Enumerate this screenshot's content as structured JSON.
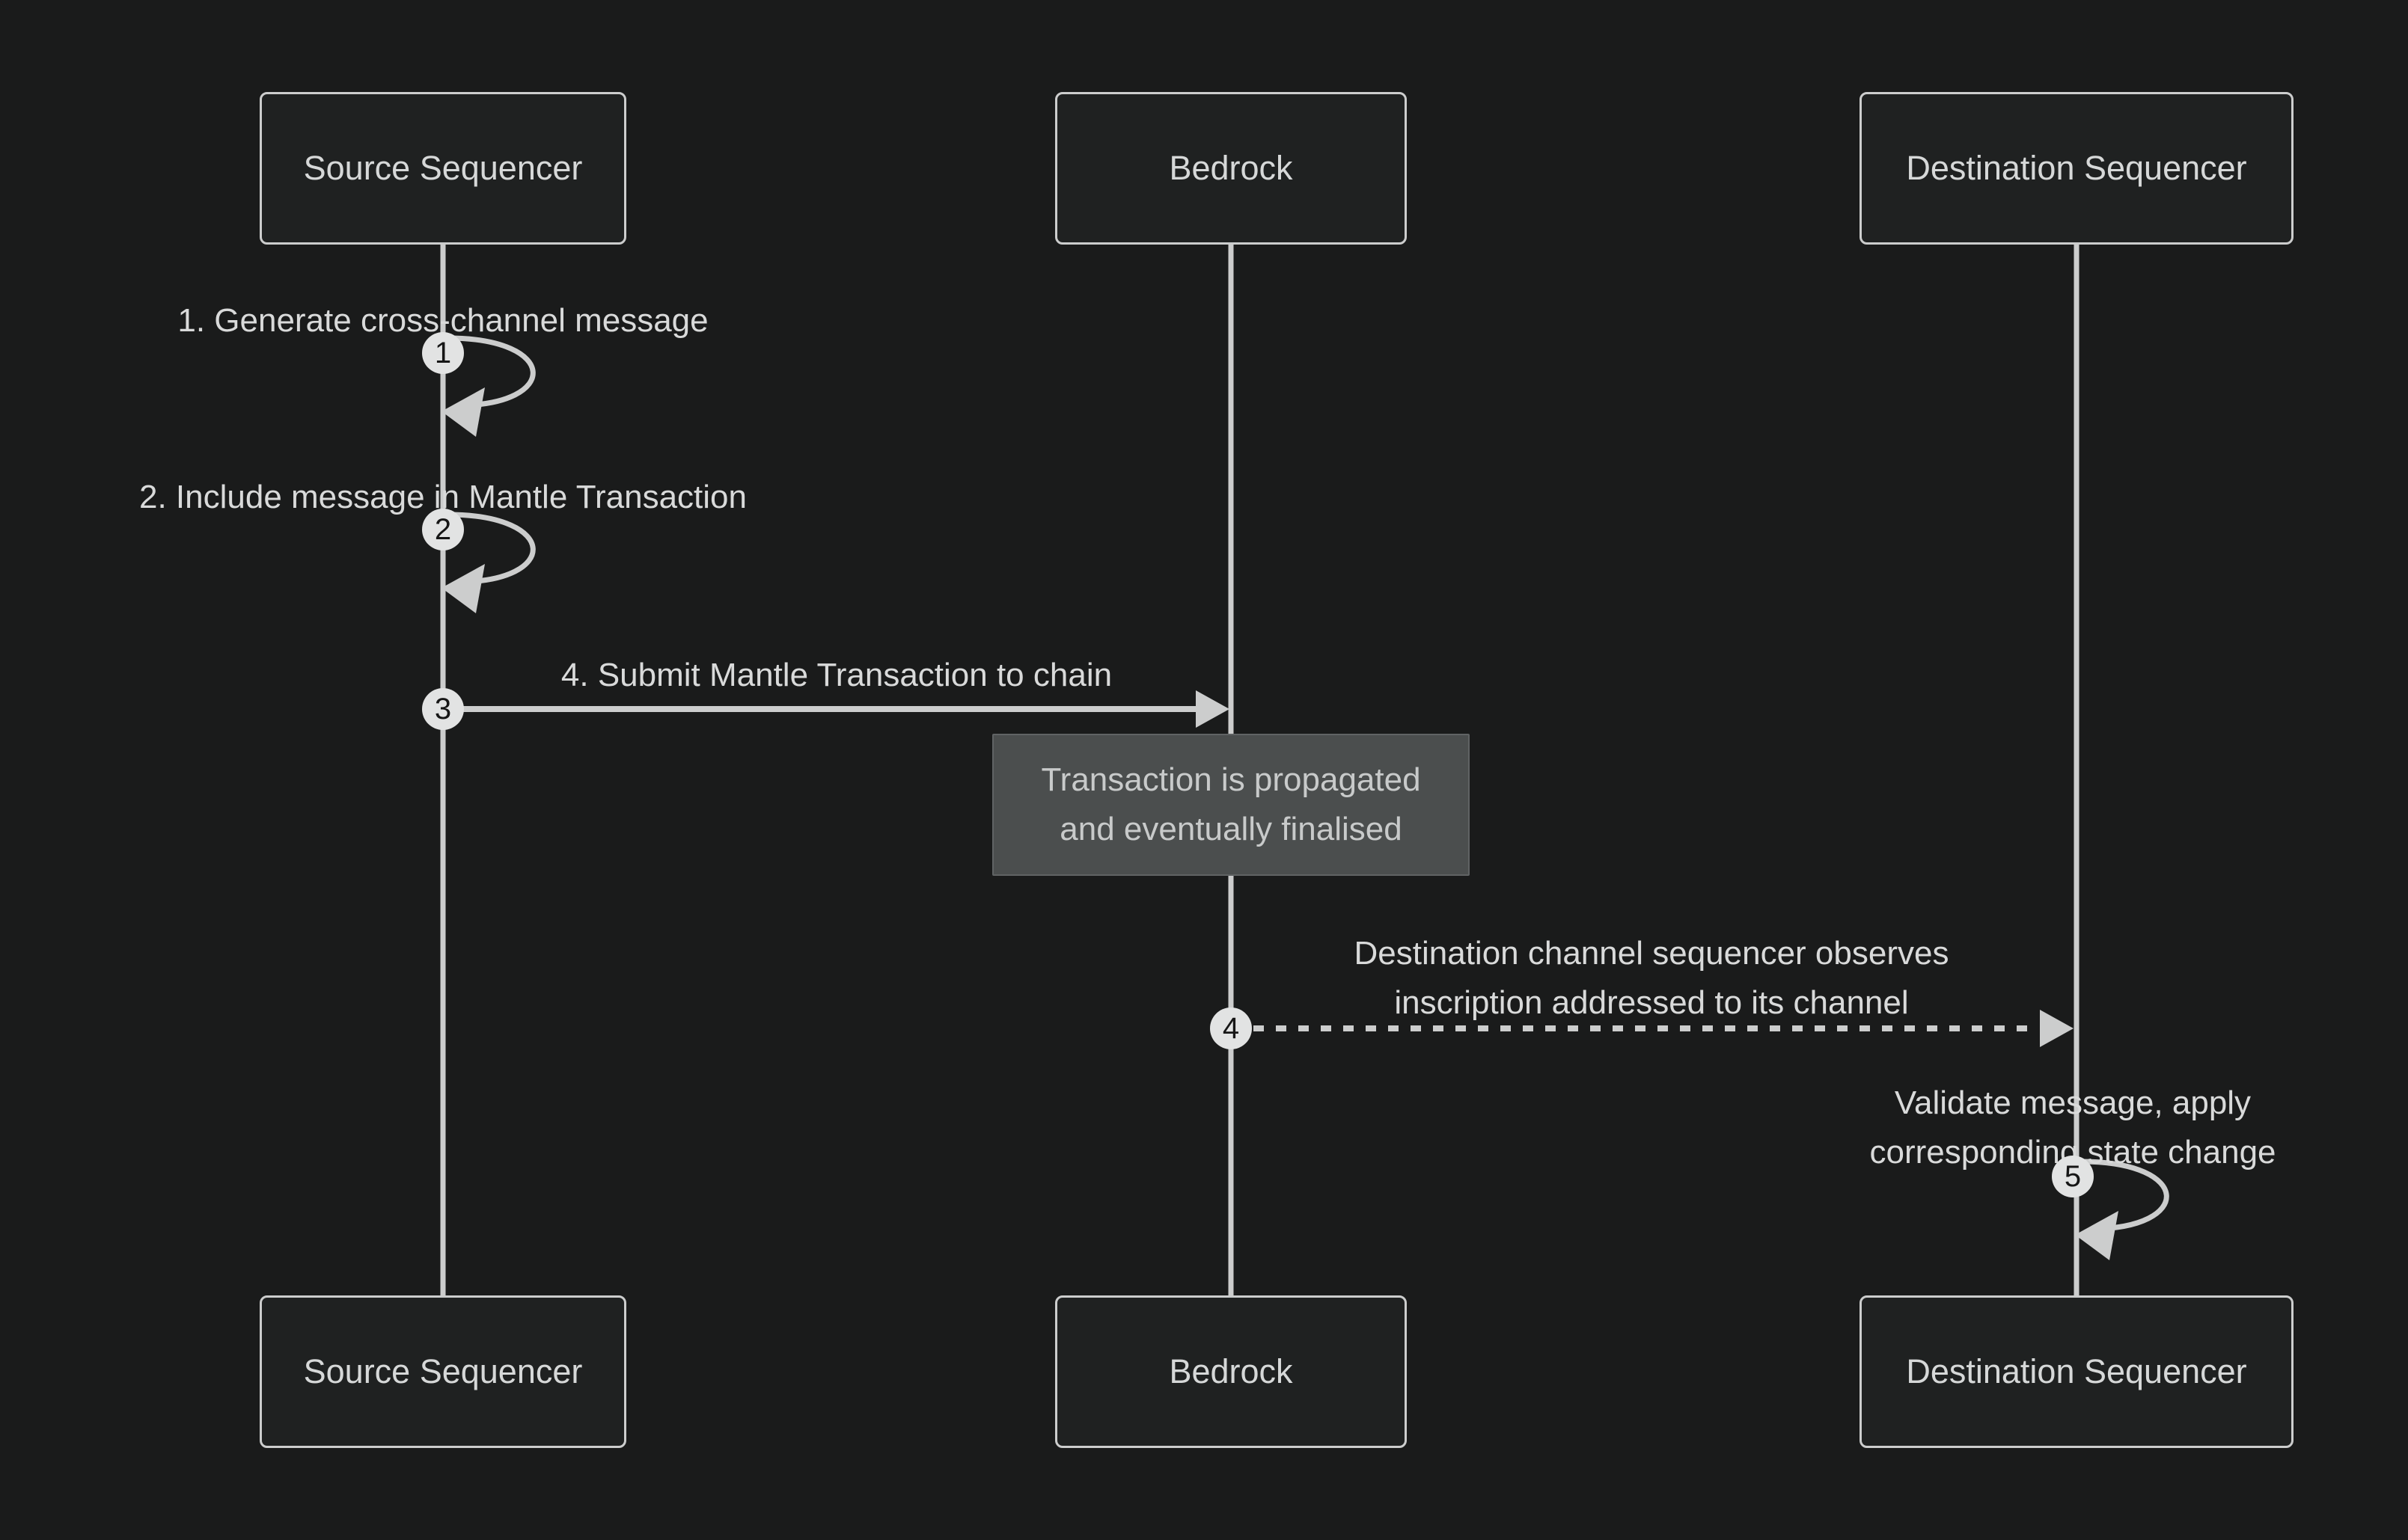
{
  "diagram": {
    "type": "sequence-diagram",
    "background_color": "#1a1b1b",
    "line_color": "#cccdcd",
    "actors": [
      {
        "id": "source-sequencer",
        "label": "Source Sequencer"
      },
      {
        "id": "bedrock",
        "label": "Bedrock"
      },
      {
        "id": "destination-sequencer",
        "label": "Destination Sequencer"
      }
    ],
    "messages": [
      {
        "number": "1",
        "label": "1. Generate cross-channel message",
        "kind": "self-loop",
        "from": "Source Sequencer",
        "to": "Source Sequencer"
      },
      {
        "number": "2",
        "label": "2. Include message in Mantle Transaction",
        "kind": "self-loop",
        "from": "Source Sequencer",
        "to": "Source Sequencer"
      },
      {
        "number": "3",
        "label": "4. Submit Mantle Transaction to chain",
        "kind": "solid-arrow",
        "from": "Source Sequencer",
        "to": "Bedrock"
      },
      {
        "number": "4",
        "label": "Destination channel sequencer observes\ninscription addressed to its channel",
        "kind": "dashed-arrow",
        "from": "Bedrock",
        "to": "Destination Sequencer"
      },
      {
        "number": "5",
        "label": "Validate message, apply\ncorresponding state change",
        "kind": "self-loop",
        "from": "Destination Sequencer",
        "to": "Destination Sequencer"
      }
    ],
    "note": {
      "label": "Transaction is propagated\nand eventually finalised",
      "anchor": "Bedrock"
    }
  }
}
